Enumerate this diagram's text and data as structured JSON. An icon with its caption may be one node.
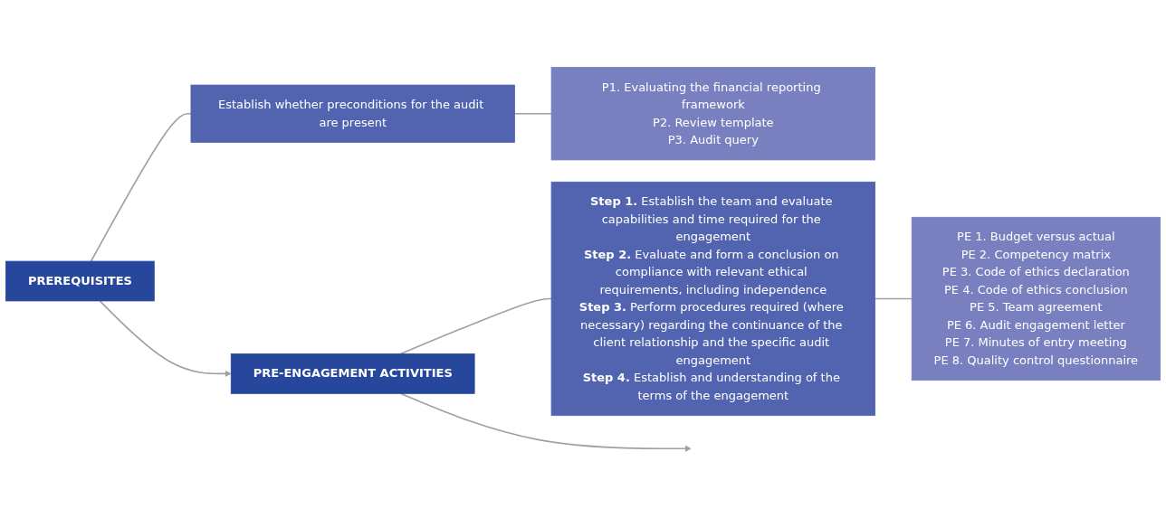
{
  "diagram": {
    "nodes": [
      {
        "text": [
          "PREREQUISITES"
        ]
      },
      {
        "text": [
          "Establish whether preconditions for the audit are present"
        ]
      },
      {
        "text": [
          "P1. Evaluating the financial reporting framework",
          "P2. Review template",
          "P3. Audit query"
        ]
      },
      {
        "text": [
          "PRE-ENGAGEMENT ACTIVITIES"
        ]
      },
      {
        "text": [
          "**Step 1.** Establish the team and evaluate capabilities and time required for the engagement",
          "**Step 2.** Evaluate and form a conclusion on compliance with relevant ethical requirements, including independence",
          "**Step 3.** Perform procedures required (where necessary) regarding the continuance of the client relationship and the specific audit engagement",
          "**Step 4.** Establish and understanding of the terms of the engagement"
        ]
      },
      {
        "text": [
          "PE 1. Budget versus actual",
          "PE 2. Competency matrix",
          "PE 3. Code of ethics declaration",
          "PE 4. Code of ethics conclusion",
          "PE 5. Team agreement",
          "PE 6. Audit engagement letter",
          "PE 7. Minutes of entry meeting",
          "PE 8. Quality control questionnaire"
        ]
      }
    ],
    "edges": [
      {
        "from": 0,
        "to": 1,
        "arrow": "none"
      },
      {
        "from": 1,
        "to": 2,
        "arrow": "none"
      },
      {
        "from": 0,
        "to": 3,
        "arrow": "to"
      },
      {
        "from": 3,
        "to": 4,
        "arrow": "none"
      },
      {
        "from": 4,
        "to": 5,
        "arrow": "none"
      },
      {
        "from": 3,
        "to": null,
        "arrow": "to"
      }
    ]
  }
}
